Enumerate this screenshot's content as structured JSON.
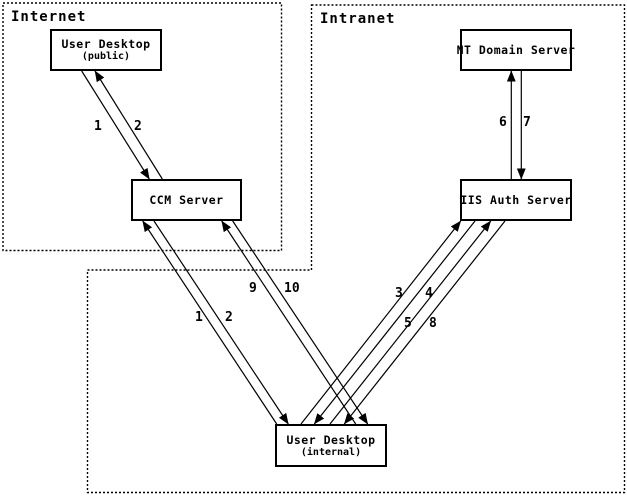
{
  "zones": {
    "internet": {
      "label": "Internet"
    },
    "intranet": {
      "label": "Intranet"
    }
  },
  "nodes": {
    "user_desktop_public": {
      "title": "User Desktop",
      "subtitle": "(public)"
    },
    "ccm_server": {
      "title": "CCM Server"
    },
    "nt_domain_server": {
      "title": "NT Domain Server"
    },
    "iis_auth_server": {
      "title": "IIS Auth Server"
    },
    "user_desktop_internal": {
      "title": "User Desktop",
      "subtitle": "(internal)"
    }
  },
  "edges": [
    {
      "label": "1",
      "from": "user_desktop_public",
      "to": "ccm_server"
    },
    {
      "label": "2",
      "from": "ccm_server",
      "to": "user_desktop_public"
    },
    {
      "label": "1",
      "from": "user_desktop_internal",
      "to": "ccm_server"
    },
    {
      "label": "2",
      "from": "ccm_server",
      "to": "user_desktop_internal"
    },
    {
      "label": "9",
      "from": "user_desktop_internal",
      "to": "ccm_server"
    },
    {
      "label": "10",
      "from": "ccm_server",
      "to": "user_desktop_internal"
    },
    {
      "label": "3",
      "from": "user_desktop_internal",
      "to": "iis_auth_server"
    },
    {
      "label": "4",
      "from": "iis_auth_server",
      "to": "user_desktop_internal"
    },
    {
      "label": "5",
      "from": "user_desktop_internal",
      "to": "iis_auth_server"
    },
    {
      "label": "8",
      "from": "iis_auth_server",
      "to": "user_desktop_internal"
    },
    {
      "label": "6",
      "from": "iis_auth_server",
      "to": "nt_domain_server"
    },
    {
      "label": "7",
      "from": "nt_domain_server",
      "to": "iis_auth_server"
    }
  ],
  "colors": {
    "line": "#000000",
    "background": "#ffffff",
    "text": "#000000"
  }
}
